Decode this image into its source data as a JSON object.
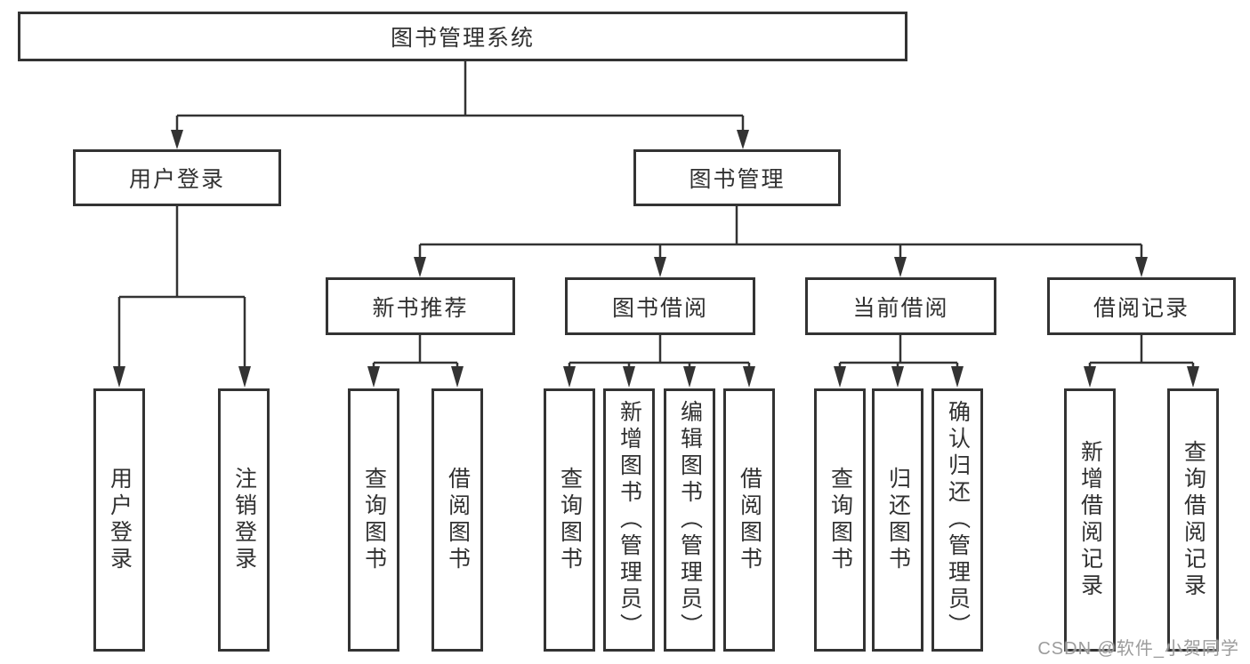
{
  "diagram_type": "function-tree",
  "colors": {
    "background": "#ffffff",
    "line": "#333333",
    "box_border": "#333333",
    "text": "#313131",
    "watermark": "#949494"
  },
  "tree": {
    "label": "图书管理系统",
    "children": [
      {
        "label": "用户登录",
        "children": [
          {
            "label": "用户登录"
          },
          {
            "label": "注销登录"
          }
        ]
      },
      {
        "label": "图书管理",
        "children": [
          {
            "label": "新书推荐",
            "children": [
              {
                "label": "查询图书"
              },
              {
                "label": "借阅图书"
              }
            ]
          },
          {
            "label": "图书借阅",
            "children": [
              {
                "label": "查询图书"
              },
              {
                "label": "新增图书（管理员）"
              },
              {
                "label": "编辑图书（管理员）"
              },
              {
                "label": "借阅图书"
              }
            ]
          },
          {
            "label": "当前借阅",
            "children": [
              {
                "label": "查询图书"
              },
              {
                "label": "归还图书"
              },
              {
                "label": "确认归还（管理员）"
              }
            ]
          },
          {
            "label": "借阅记录",
            "children": [
              {
                "label": "新增借阅记录"
              },
              {
                "label": "查询借阅记录"
              }
            ]
          }
        ]
      }
    ]
  },
  "watermark": {
    "text": "CSDN @软件_小贺同学"
  }
}
